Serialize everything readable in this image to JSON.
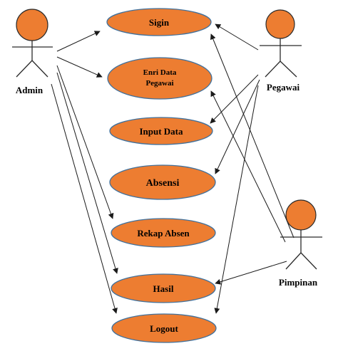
{
  "diagram": {
    "actors": {
      "admin": {
        "label": "Admin"
      },
      "pegawai": {
        "label": "Pegawai"
      },
      "pimpinan": {
        "label": "Pimpinan"
      }
    },
    "use_cases": {
      "sigin": {
        "label": "Sigin"
      },
      "entri": {
        "line1": "Enri Data",
        "line2": "Pegawai"
      },
      "input": {
        "label": "Input Data"
      },
      "absensi": {
        "label": "Absensi"
      },
      "rekap": {
        "label": "Rekap Absen"
      },
      "hasil": {
        "label": "Hasil"
      },
      "logout": {
        "label": "Logout"
      }
    },
    "relations": [
      {
        "from": "Admin",
        "to": "Sigin"
      },
      {
        "from": "Admin",
        "to": "Enri Data Pegawai"
      },
      {
        "from": "Admin",
        "to": "Rekap Absen"
      },
      {
        "from": "Admin",
        "to": "Hasil"
      },
      {
        "from": "Admin",
        "to": "Logout"
      },
      {
        "from": "Pegawai",
        "to": "Sigin"
      },
      {
        "from": "Pegawai",
        "to": "Input Data"
      },
      {
        "from": "Pegawai",
        "to": "Absensi"
      },
      {
        "from": "Pegawai",
        "to": "Logout"
      },
      {
        "from": "Pimpinan",
        "to": "Sigin"
      },
      {
        "from": "Pimpinan",
        "to": "Enri Data Pegawai"
      },
      {
        "from": "Pimpinan",
        "to": "Hasil"
      }
    ],
    "colors": {
      "use_case_fill": "#ed7d31",
      "use_case_stroke": "#41719c",
      "actor_head_fill": "#ed7d31",
      "line": "#1a1a1a"
    }
  }
}
